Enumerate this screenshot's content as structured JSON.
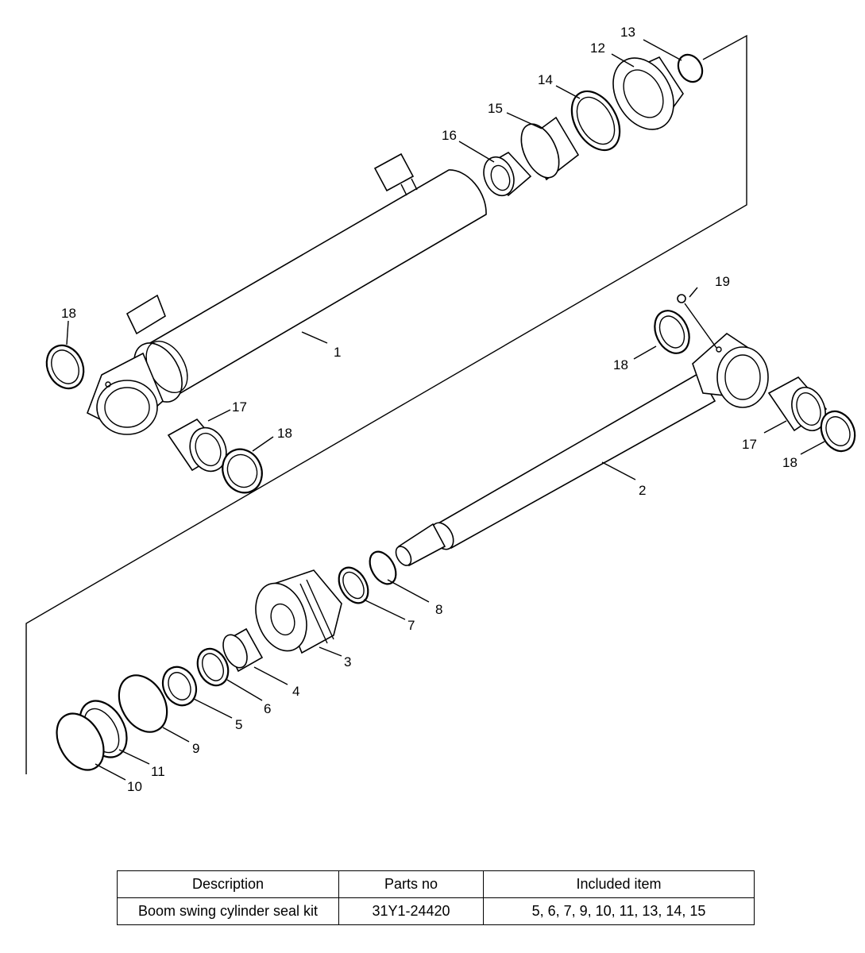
{
  "callouts": {
    "c1": "1",
    "c2": "2",
    "c3": "3",
    "c4": "4",
    "c5": "5",
    "c6": "6",
    "c7": "7",
    "c8": "8",
    "c9": "9",
    "c10": "10",
    "c11": "11",
    "c12": "12",
    "c13": "13",
    "c14": "14",
    "c15": "15",
    "c16": "16",
    "c17a": "17",
    "c17b": "17",
    "c18a": "18",
    "c18b": "18",
    "c18c": "18",
    "c18d": "18",
    "c19": "19"
  },
  "table": {
    "headers": [
      "Description",
      "Parts no",
      "Included item"
    ],
    "rows": [
      [
        "Boom swing cylinder seal kit",
        "31Y1-24420",
        "5, 6, 7, 9, 10, 11, 13, 14, 15"
      ]
    ]
  }
}
